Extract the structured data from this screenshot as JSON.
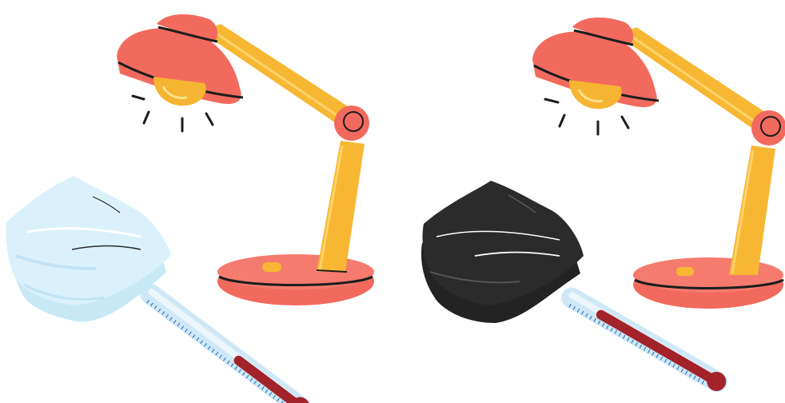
{
  "scene": {
    "panels": [
      {
        "id": "left",
        "cloth_color": "light-blue",
        "thermometer_level": 0.42
      },
      {
        "id": "right",
        "cloth_color": "black",
        "thermometer_level": 0.78
      }
    ]
  },
  "colors": {
    "lamp_shade": "#f26a5e",
    "lamp_shade_dark": "#1d1d1d",
    "lamp_arm": "#f7b733",
    "lamp_arm_highlight": "#ffd36b",
    "bulb": "#f5b431",
    "bulb_highlight": "#ffe08a",
    "cloth_light": "#daf1fb",
    "cloth_light_shadow": "#bfe3f3",
    "cloth_dark": "#2b2b2b",
    "thermometer_glass": "#cfe8f7",
    "thermometer_fluid": "#a3232a",
    "thermometer_ticks": "#3a78c2"
  },
  "icons": [
    "desk-lamp-icon",
    "folded-cloth-icon",
    "thermometer-icon"
  ]
}
